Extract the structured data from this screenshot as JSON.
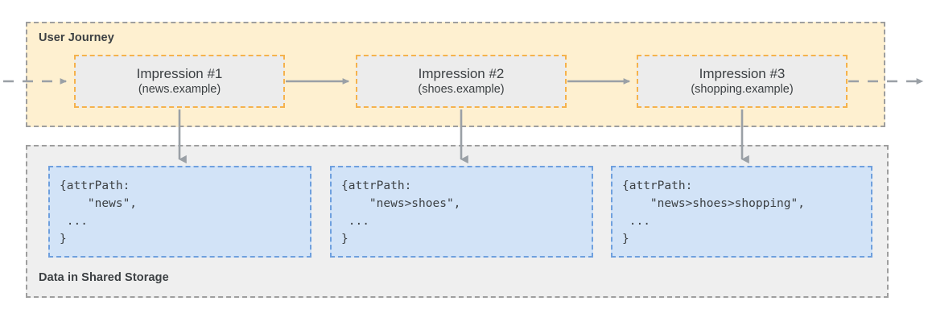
{
  "diagram": {
    "journey": {
      "label": "User Journey",
      "impressions": [
        {
          "title": "Impression #1",
          "site": "(news.example)"
        },
        {
          "title": "Impression #2",
          "site": "(shoes.example)"
        },
        {
          "title": "Impression #3",
          "site": "(shopping.example)"
        }
      ]
    },
    "storage": {
      "label": "Data in Shared Storage",
      "records": [
        {
          "code": "{attrPath:\n    \"news\",\n ...\n}"
        },
        {
          "code": "{attrPath:\n    \"news>shoes\",\n ...\n}"
        },
        {
          "code": "{attrPath:\n    \"news>shoes>shopping\",\n ...\n}"
        }
      ]
    },
    "colors": {
      "journey_panel_fill": "#FEF0D0",
      "storage_panel_fill": "#EFEFEF",
      "panel_border": "#9E9E9E",
      "impression_fill": "#ECECEC",
      "impression_border": "#F5B24C",
      "data_fill": "#D2E3F7",
      "data_border": "#6FA0DE",
      "arrow": "#9AA0A6",
      "text": "#3C4043"
    }
  }
}
